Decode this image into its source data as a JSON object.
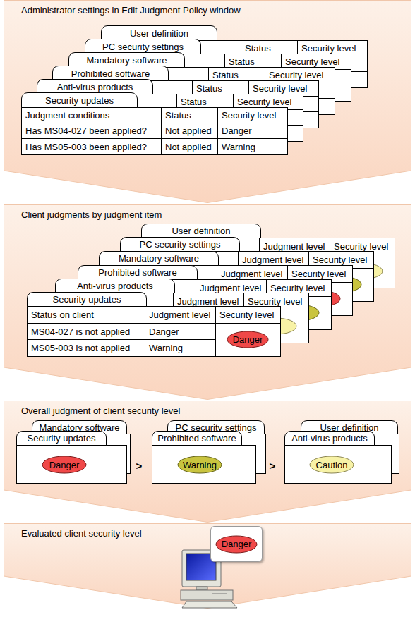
{
  "diagram": {
    "nodes": [
      {
        "text": [
          "Administrator settings in Edit Judgment Policy window"
        ]
      },
      {
        "text": [
          "User definition",
          "Status",
          "Security level"
        ],
        "in": 0
      },
      {
        "text": [
          "PC security settings",
          "Status",
          "Security level"
        ],
        "in": 0
      },
      {
        "text": [
          "Mandatory software",
          "Status",
          "Security level"
        ],
        "in": 0
      },
      {
        "text": [
          "Prohibited software",
          "Status",
          "Security level"
        ],
        "in": 0
      },
      {
        "text": [
          "Anti-virus products",
          "Status",
          "Security level"
        ],
        "in": 0
      },
      {
        "text": [
          "Security updates",
          "Judgment conditions",
          "Status",
          "Security level",
          "Has MS04-027 been applied?",
          "Not applied",
          "Danger",
          "Has MS05-003 been applied?",
          "Not applied",
          "Warning"
        ],
        "in": 0
      },
      {
        "text": [
          "Client judgments by judgment item"
        ]
      },
      {
        "text": [
          "User definition",
          "Judgment level",
          "Security level"
        ],
        "in": 7
      },
      {
        "text": [
          "PC security settings",
          "Judgment level",
          "Security level"
        ],
        "in": 7
      },
      {
        "text": [
          "Mandatory software",
          "Judgment level",
          "Security level"
        ],
        "in": 7
      },
      {
        "text": [
          "Prohibited software",
          "Judgment level",
          "Security level"
        ],
        "in": 7
      },
      {
        "text": [
          "Anti-virus products",
          "Judgment level",
          "Security level"
        ],
        "in": 7
      },
      {
        "text": [
          "Security updates",
          "Status on client",
          "Judgment level",
          "Security level",
          "MS04-027 is not applied",
          "Danger",
          "MS05-003 is not applied",
          "Warning"
        ],
        "in": 7
      },
      {
        "text": [
          "Danger"
        ],
        "in": 13
      },
      {
        "text": [
          "Overall judgment of client security level"
        ]
      },
      {
        "text": [
          "Mandatory software"
        ],
        "in": 15
      },
      {
        "text": [
          "Security updates"
        ],
        "in": 15
      },
      {
        "text": [
          "Danger"
        ],
        "in": 17
      },
      {
        "text": [
          "PC security settings"
        ],
        "in": 15
      },
      {
        "text": [
          "Prohibited software"
        ],
        "in": 15
      },
      {
        "text": [
          "Warning"
        ],
        "in": 20
      },
      {
        "text": [
          "User definition"
        ],
        "in": 15
      },
      {
        "text": [
          "Anti-virus products"
        ],
        "in": 15
      },
      {
        "text": [
          "Caution"
        ],
        "in": 23
      },
      {
        "text": [
          "Evaluated client security level"
        ]
      },
      {
        "text": [
          "Danger"
        ],
        "in": 25
      }
    ],
    "labels": [
      ">",
      ">"
    ]
  }
}
